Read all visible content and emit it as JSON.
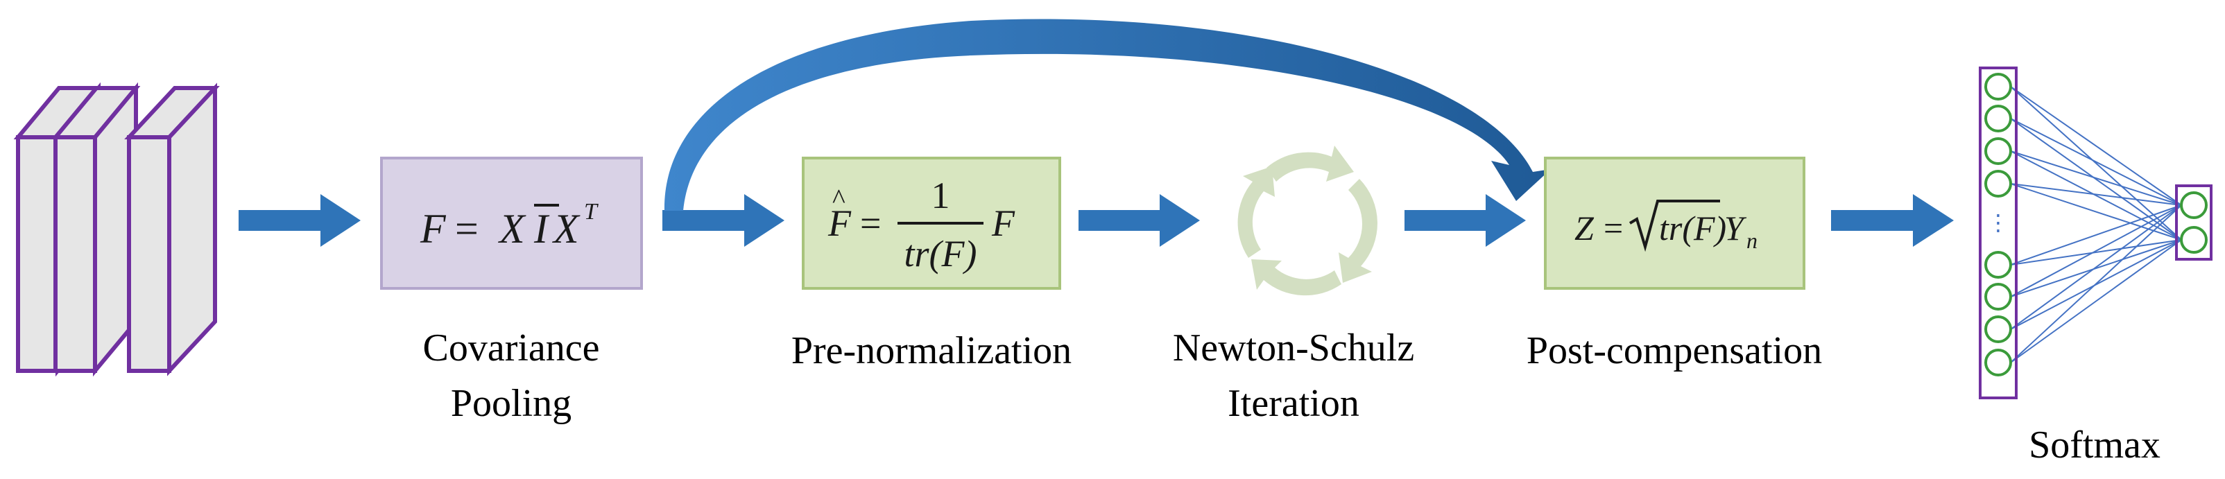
{
  "colors": {
    "arrow_blue": "#2f74b8",
    "skip_arrow_light": "#4a8ad0",
    "skip_arrow_dark": "#1f5a96",
    "feature_map_outline": "#7030a0",
    "feature_map_fill": "#e6e6e6",
    "pooling_box_fill": "#d9d2e6",
    "pooling_box_border": "#b3a6cc",
    "green_box_fill": "#d8e6c0",
    "green_box_border": "#a8c47c",
    "cycle_arrow": "#d3dfc2",
    "neuron_stroke": "#3b9b3b",
    "connection_line": "#4472c4"
  },
  "stages": {
    "covariance_pooling": {
      "label_line1": "Covariance",
      "label_line2": "Pooling",
      "formula_lhs": "F",
      "formula_eq": "=",
      "formula_X1": "X",
      "formula_Ibar": "I",
      "formula_X2": "X",
      "formula_sup": "T"
    },
    "pre_normalization": {
      "label": "Pre-normalization",
      "formula_lhs": "F",
      "formula_hat": "^",
      "formula_eq": "=",
      "formula_num": "1",
      "formula_den": "tr(F)",
      "formula_rhs": "F"
    },
    "newton_schulz": {
      "label_line1": "Newton-Schulz",
      "label_line2": "Iteration",
      "icon": "cycle-arrows-icon"
    },
    "post_compensation": {
      "label": "Post-compensation",
      "formula_lhs": "Z",
      "formula_eq": "=",
      "formula_sqrt_arg": "tr(F)",
      "formula_Y": "Y",
      "formula_sub": "n"
    },
    "softmax": {
      "label": "Softmax",
      "ellipsis": "⋮"
    }
  }
}
